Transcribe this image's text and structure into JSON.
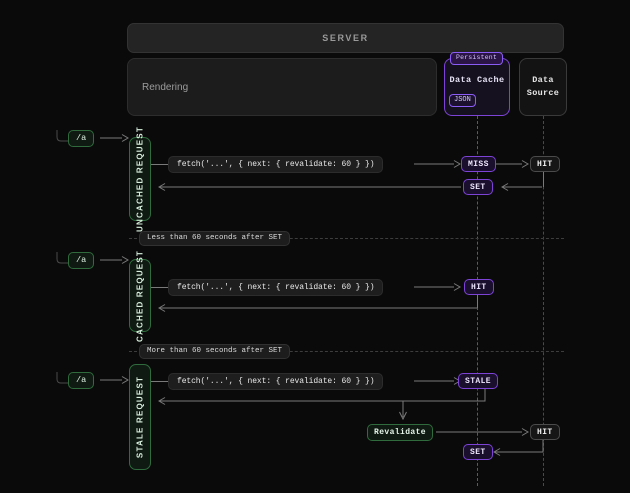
{
  "diagram": {
    "title_bar": {
      "label": "SERVER"
    },
    "server_blocks": {
      "rendering": "Rendering",
      "data_cache": {
        "title": "Data Cache",
        "persistent_badge": "Persistent",
        "format_badge": "JSON"
      },
      "data_source": {
        "line1": "Data",
        "line2": "Source"
      }
    },
    "code_snippet": "fetch('...', { next: { revalidate: 60 } })",
    "route_badge": "/a",
    "rows": [
      {
        "lane_label": "UNCACHED REQUEST",
        "route": "/a",
        "code": "fetch('...', { next: { revalidate: 60 } })",
        "cache_chip": "MISS",
        "source_chip": "HIT",
        "write_chip": "SET"
      },
      {
        "lane_label": "CACHED REQUEST",
        "route": "/a",
        "code": "fetch('...', { next: { revalidate: 60 } })",
        "cache_chip": "HIT"
      },
      {
        "lane_label": "STALE REQUEST",
        "route": "/a",
        "code": "fetch('...', { next: { revalidate: 60 } })",
        "cache_chip": "STALE",
        "revalidate_chip": "Revalidate",
        "source_chip": "HIT",
        "write_chip": "SET"
      }
    ],
    "dividers": [
      {
        "label": "Less than 60 seconds after SET"
      },
      {
        "label": "More than 60 seconds after SET"
      }
    ],
    "colors": {
      "background": "#0a0a0a",
      "cache_accent": "#7c43d6",
      "request_accent": "#2f6b3c",
      "line": "#7a7a7a",
      "panel": "#1a1a1a"
    }
  }
}
